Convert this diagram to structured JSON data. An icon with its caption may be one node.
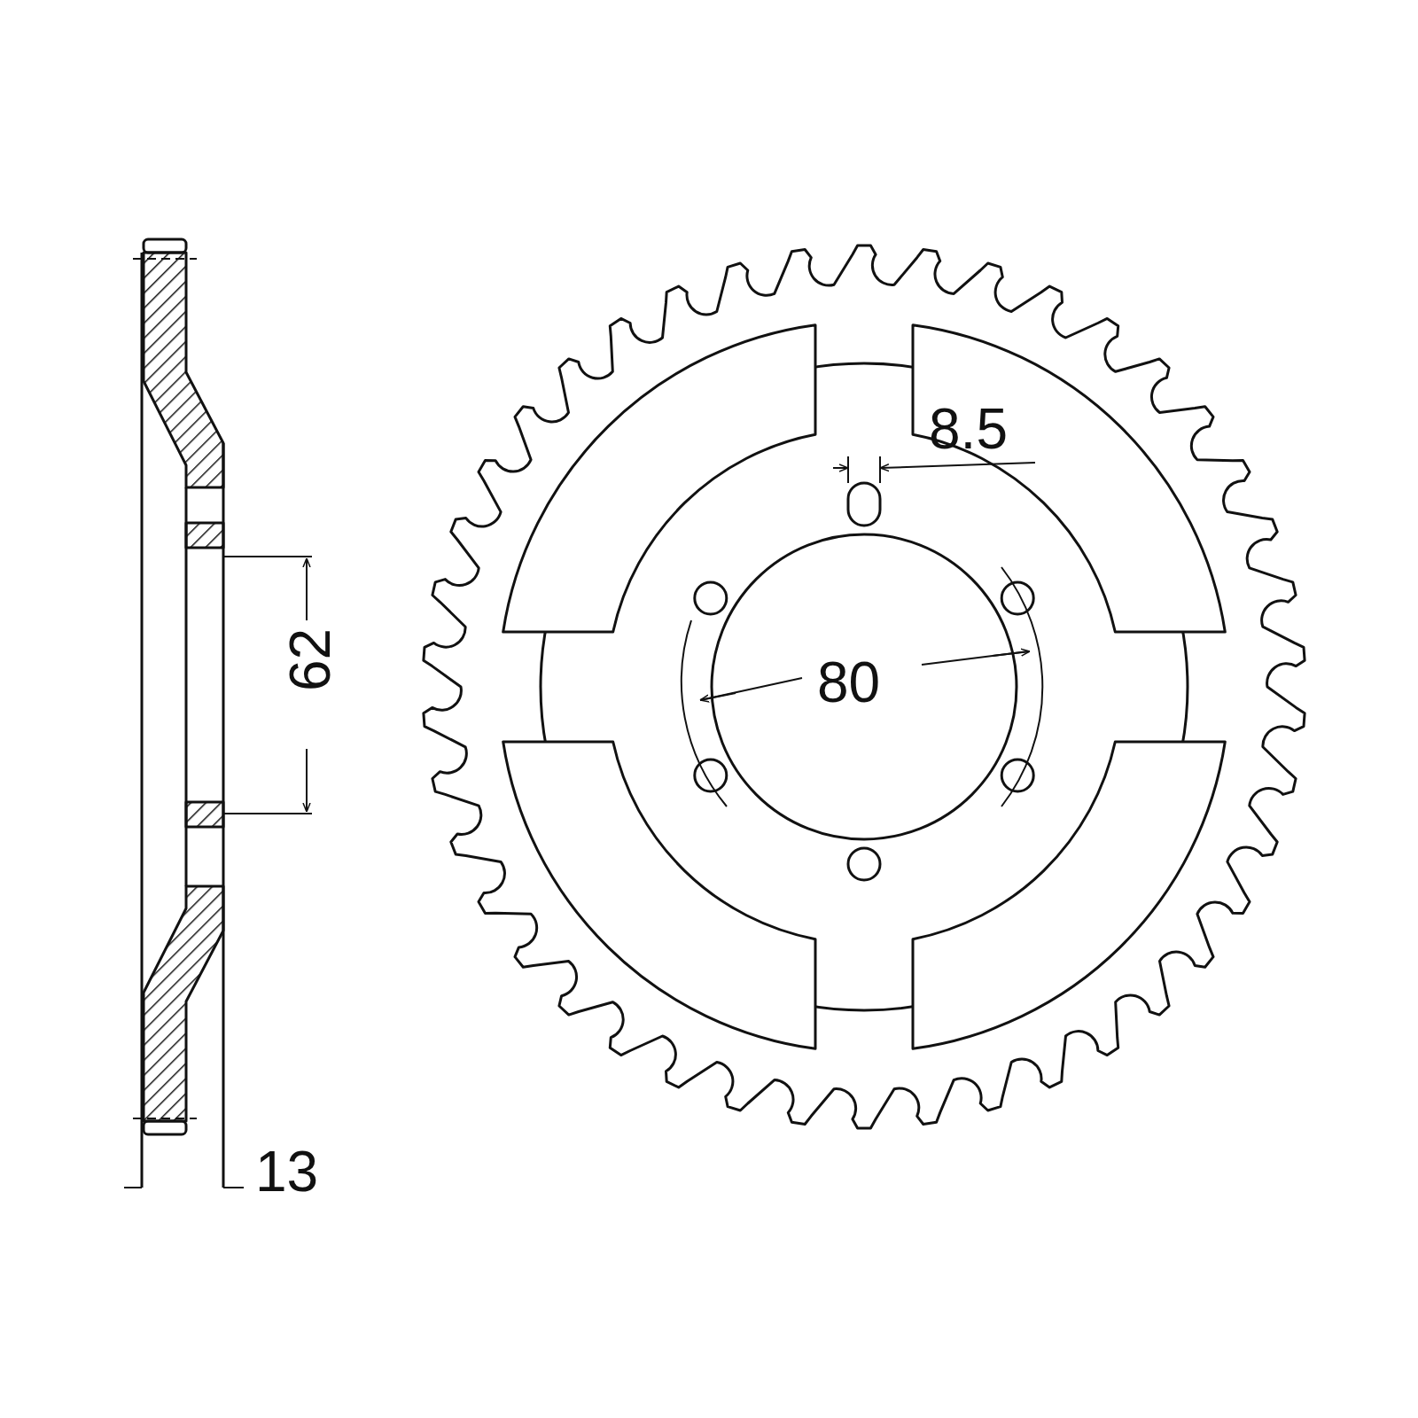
{
  "diagram": {
    "labels": [
      "8.5",
      "62",
      "80",
      "13"
    ]
  }
}
